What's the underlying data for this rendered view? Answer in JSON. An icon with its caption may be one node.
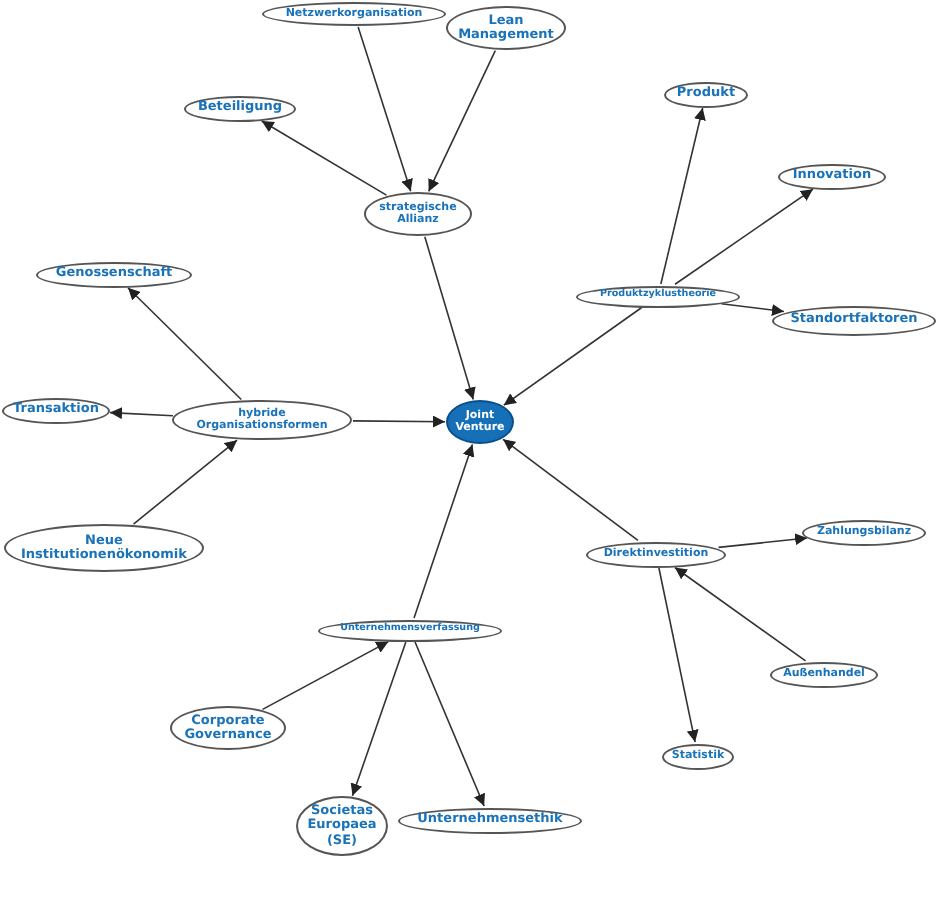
{
  "diagram": {
    "nodes": [
      {
        "text": [
          "Netzwerkorganisation"
        ]
      },
      {
        "text": [
          "Lean Management"
        ]
      },
      {
        "text": [
          "Beteiligung"
        ]
      },
      {
        "text": [
          "strategische Allianz"
        ]
      },
      {
        "text": [
          "Produkt"
        ]
      },
      {
        "text": [
          "Innovation"
        ]
      },
      {
        "text": [
          "Produktzyklustheorie"
        ]
      },
      {
        "text": [
          "Standortfaktoren"
        ]
      },
      {
        "text": [
          "Genossenschaft"
        ]
      },
      {
        "text": [
          "Transaktion"
        ]
      },
      {
        "text": [
          "hybride Organisationsformen"
        ]
      },
      {
        "text": [
          "Joint Venture"
        ]
      },
      {
        "text": [
          "Neue Institutionenökonomik"
        ]
      },
      {
        "text": [
          "Direktinvestition"
        ]
      },
      {
        "text": [
          "Zahlungsbilanz"
        ]
      },
      {
        "text": [
          "Unternehmensverfassung"
        ]
      },
      {
        "text": [
          "Außenhandel"
        ]
      },
      {
        "text": [
          "Corporate Governance"
        ]
      },
      {
        "text": [
          "Statistik"
        ]
      },
      {
        "text": [
          "Societas Europaea (SE)"
        ]
      },
      {
        "text": [
          "Unternehmensethik"
        ]
      }
    ],
    "edges": [
      {
        "from": 0,
        "to": 3,
        "arrow": "to"
      },
      {
        "from": 1,
        "to": 3,
        "arrow": "to"
      },
      {
        "from": 3,
        "to": 2,
        "arrow": "to"
      },
      {
        "from": 3,
        "to": 11,
        "arrow": "to"
      },
      {
        "from": 6,
        "to": 4,
        "arrow": "to"
      },
      {
        "from": 6,
        "to": 5,
        "arrow": "to"
      },
      {
        "from": 6,
        "to": 7,
        "arrow": "to"
      },
      {
        "from": 6,
        "to": 11,
        "arrow": "to"
      },
      {
        "from": 10,
        "to": 8,
        "arrow": "to"
      },
      {
        "from": 10,
        "to": 9,
        "arrow": "to"
      },
      {
        "from": 10,
        "to": 11,
        "arrow": "to"
      },
      {
        "from": 12,
        "to": 10,
        "arrow": "to"
      },
      {
        "from": 13,
        "to": 11,
        "arrow": "to"
      },
      {
        "from": 13,
        "to": 14,
        "arrow": "to"
      },
      {
        "from": 16,
        "to": 13,
        "arrow": "to"
      },
      {
        "from": 13,
        "to": 18,
        "arrow": "to"
      },
      {
        "from": 15,
        "to": 11,
        "arrow": "to"
      },
      {
        "from": 17,
        "to": 15,
        "arrow": "to"
      },
      {
        "from": 15,
        "to": 19,
        "arrow": "to"
      },
      {
        "from": 15,
        "to": 20,
        "arrow": "to"
      }
    ]
  }
}
